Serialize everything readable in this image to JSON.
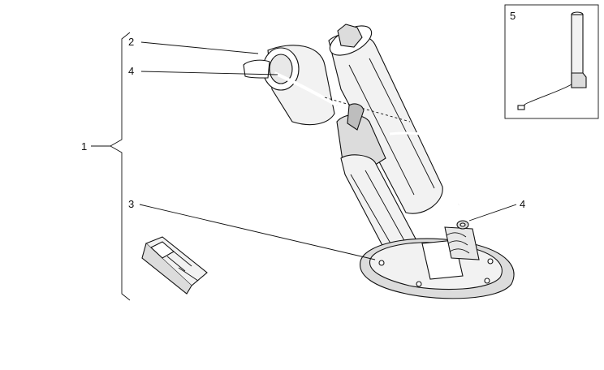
{
  "callouts": {
    "assembly": "1",
    "filter": "2",
    "gasket": "3",
    "clamp_upper": "4",
    "clamp_lower": "4",
    "inset_sensor": "5"
  },
  "colors": {
    "line": "#111111",
    "fill_light": "#f2f2f2",
    "fill_mid": "#dcdcdc",
    "fill_dark": "#bdbdbd",
    "background": "#ffffff"
  }
}
